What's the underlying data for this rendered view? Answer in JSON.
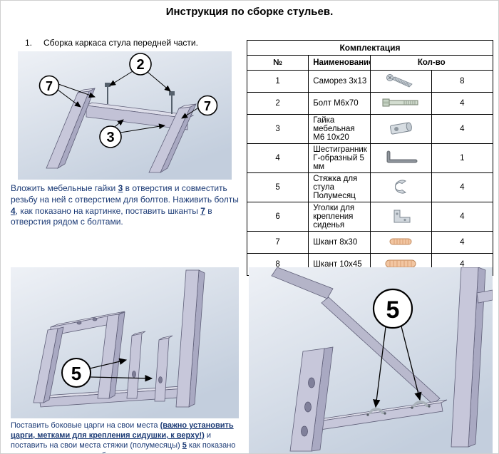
{
  "page": {
    "title": "Инструкция по сборке стульев."
  },
  "step1": {
    "number": "1.",
    "heading": "Сборка каркаса стула передней части."
  },
  "instr1": {
    "segments": [
      {
        "t": "Вложить мебельные гайки "
      },
      {
        "t": "3",
        "b": true,
        "u": true
      },
      {
        "t": " в отверстия и совместить резьбу на ней с отверстием для болтов. Наживить болты "
      },
      {
        "t": "4",
        "b": true,
        "u": true
      },
      {
        "t": ", как показано на картинке, поставить шканты "
      },
      {
        "t": "7",
        "b": true,
        "u": true
      },
      {
        "t": " в отверстия рядом с болтами."
      }
    ]
  },
  "instr2": {
    "segments": [
      {
        "t": "Поставить боковые царги на свои места "
      },
      {
        "t": "(важно установить царги, метками для крепления сидушки, к верху!)",
        "b": true,
        "u": true
      },
      {
        "t": " и поставить на свои места стяжки (полумесяцы) "
      },
      {
        "t": "5",
        "b": true,
        "u": true
      },
      {
        "t": " как показано на картинке и подтянуть болты."
      }
    ]
  },
  "table": {
    "title": "Комплектация",
    "headers": {
      "num": "№",
      "name": "Наименование",
      "qty": "Кол-во"
    },
    "rows": [
      {
        "num": "1",
        "name": "Саморез 3х13",
        "icon": "screw-icon",
        "qty": "8"
      },
      {
        "num": "2",
        "name": "Болт  М6х70",
        "icon": "bolt-icon",
        "qty": "4"
      },
      {
        "num": "3",
        "name": "Гайка мебельная М6 10х20",
        "icon": "barrel-nut-icon",
        "qty": "4"
      },
      {
        "num": "4",
        "name": "Шестигранник Г-образный 5 мм",
        "icon": "hex-key-icon",
        "qty": "1"
      },
      {
        "num": "5",
        "name": "Стяжка для стула Полумесяц",
        "icon": "half-moon-tie-icon",
        "qty": "4"
      },
      {
        "num": "6",
        "name": "Уголки для крепления сиденья",
        "icon": "corner-bracket-icon",
        "qty": "4"
      },
      {
        "num": "7",
        "name": "Шкант 8х30",
        "icon": "dowel-icon",
        "qty": "4"
      },
      {
        "num": "8",
        "name": "Шкант 10х45",
        "icon": "dowel-large-icon",
        "qty": "4"
      }
    ]
  },
  "callouts": {
    "c2": "2",
    "c7_left": "7",
    "c7_right": "7",
    "c3": "3",
    "c5_left": "5",
    "c5_right": "5"
  },
  "colors": {
    "instruction_text": "#1b3a75",
    "diagram_part": "#c7c7da",
    "diagram_bg_top": "#eef1f6",
    "diagram_bg_bottom": "#c3cedd",
    "dowel": "#f2c6a2"
  }
}
